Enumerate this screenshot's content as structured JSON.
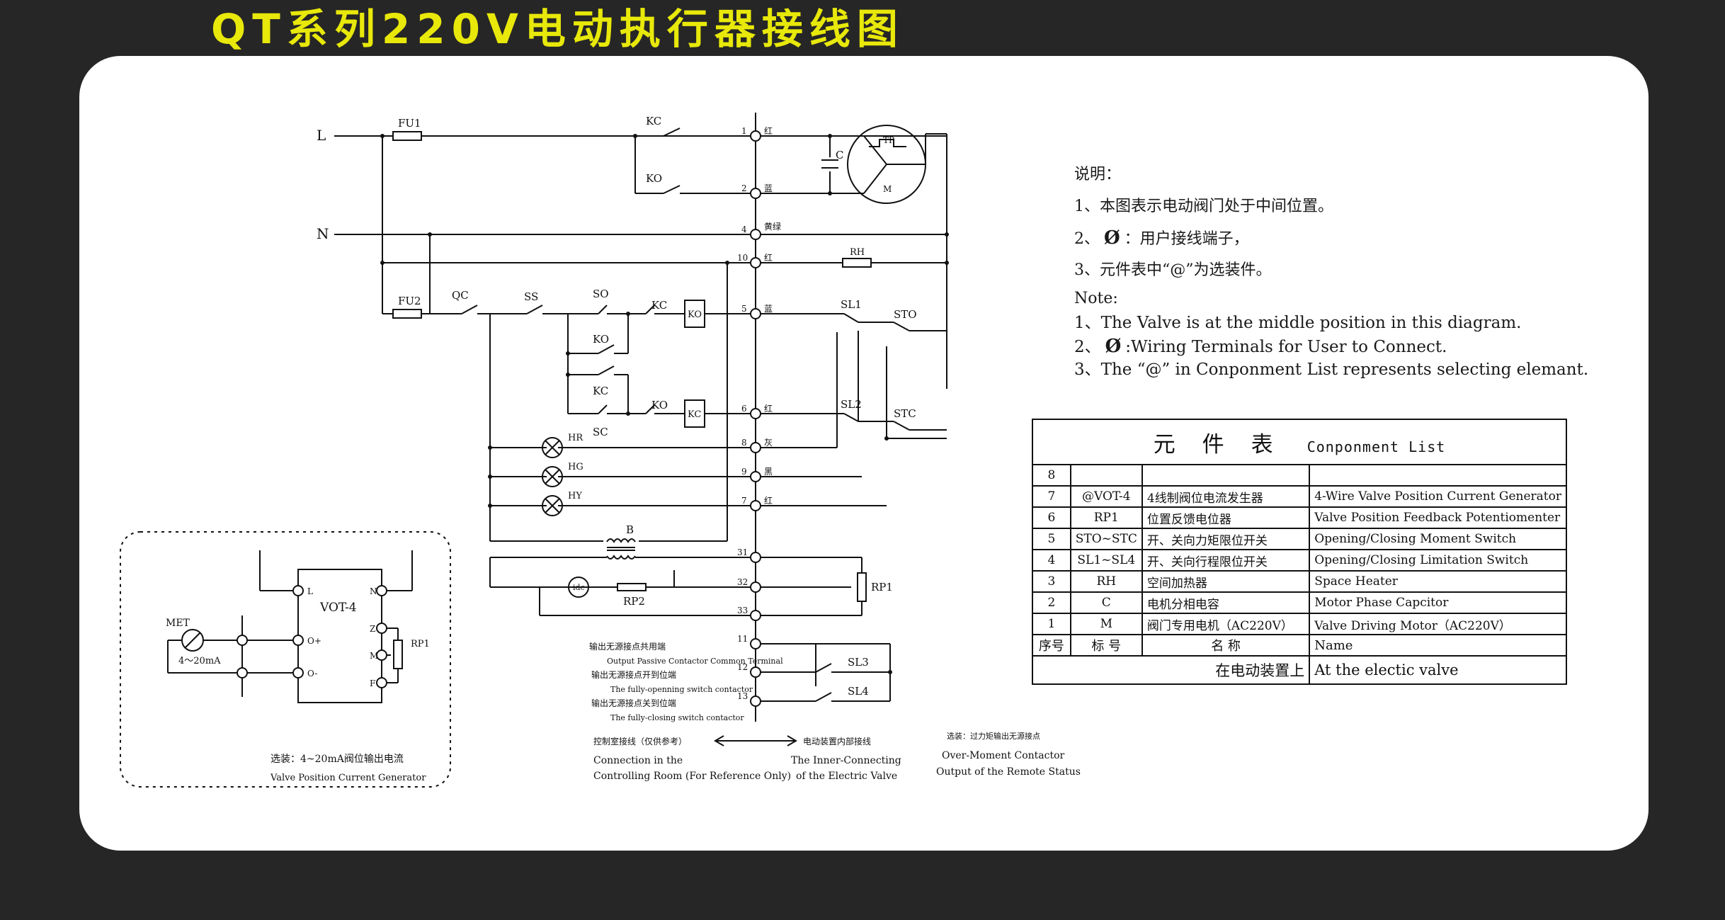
{
  "title": "QT系列220V电动执行器接线图",
  "notes": {
    "cn_heading": "说明：",
    "cn_1": "1、本图表示电动阀门处于中间位置。",
    "cn_2_prefix": "2、",
    "cn_2_text": "：用户接线端子，",
    "cn_3": "3、元件表中“@”为选装件。",
    "en_heading": "Note:",
    "en_1": "1、The Valve is at the middle position in this diagram.",
    "en_2_prefix": "2、",
    "en_2_text": ":Wiring Terminals for User to Connect.",
    "en_3": "3、The “@” in Conponment List represents selecting elemant.",
    "terminal_symbol": "Ø"
  },
  "component_list": {
    "title_cn": "元件表",
    "title_en": "Conponment List",
    "rows": [
      {
        "no": "8",
        "code": "",
        "name_cn": "",
        "name_en": ""
      },
      {
        "no": "7",
        "code": "@VOT-4",
        "name_cn": "4线制阀位电流发生器",
        "name_en": "4-Wire Valve Position Current Generator"
      },
      {
        "no": "6",
        "code": "RP1",
        "name_cn": "位置反馈电位器",
        "name_en": "Valve Position Feedback Potentiomenter"
      },
      {
        "no": "5",
        "code": "STO~STC",
        "name_cn": "开、关向力矩限位开关",
        "name_en": "Opening/Closing Moment Switch"
      },
      {
        "no": "4",
        "code": "SL1~SL4",
        "name_cn": "开、关向行程限位开关",
        "name_en": "Opening/Closing Limitation Switch"
      },
      {
        "no": "3",
        "code": "RH",
        "name_cn": "空间加热器",
        "name_en": "Space Heater"
      },
      {
        "no": "2",
        "code": "C",
        "name_cn": "电机分相电容",
        "name_en": "Motor Phase Capcitor"
      },
      {
        "no": "1",
        "code": "M",
        "name_cn": "阀门专用电机（AC220V）",
        "name_en": "Valve Driving Motor（AC220V）"
      }
    ],
    "header": {
      "no": "序号",
      "code": "标 号",
      "name_cn": "名 称",
      "name_en": "Name"
    },
    "footer": {
      "cn": "在电动装置上",
      "en": "At the electic valve"
    }
  },
  "diagram": {
    "bus_labels": {
      "L": "L",
      "N": "N"
    },
    "fuses": {
      "fu1": "FU1",
      "fu2": "FU2"
    },
    "contacts": {
      "kc": "KC",
      "ko": "KO",
      "qc": "QC",
      "ss": "SS",
      "so": "SO",
      "sc": "SC"
    },
    "motor": {
      "c": "C",
      "tp": "TP",
      "m": "M"
    },
    "heater": "RH",
    "limit": {
      "sl1": "SL1",
      "sl2": "SL2",
      "sl3": "SL3",
      "sl4": "SL4",
      "sto": "STO",
      "stc": "STC"
    },
    "lamps": {
      "hr": "HR",
      "hg": "HG",
      "hy": "HY"
    },
    "transformer": "B",
    "pot": {
      "rp1": "RP1",
      "rp2": "RP2",
      "idc": "idc"
    },
    "terminals": [
      "1",
      "2",
      "4",
      "10",
      "5",
      "6",
      "8",
      "9",
      "7",
      "31",
      "32",
      "33",
      "11",
      "12",
      "13"
    ],
    "wire_colors": [
      "红",
      "蓝",
      "黄绿",
      "红",
      "蓝",
      "红",
      "灰",
      "黑",
      "红"
    ],
    "labels": {
      "common_cn": "输出无源接点共用端",
      "common_en": "Output Passive Contactor Common Terminal",
      "open_cn": "输出无源接点开到位端",
      "open_en": "The fully-openning switch contactor",
      "close_cn": "输出无源接点关到位端",
      "close_en": "The fully-closing switch contactor",
      "room_cn": "控制室接线（仅供参考）",
      "valve_cn": "电动装置内部接线",
      "room_en_1": "Connection in the",
      "room_en_2": "Controlling Room (For Reference Only)",
      "valve_en_1": "The Inner-Connecting",
      "valve_en_2": "of the Electric Valve",
      "over_cn": "选装：过力矩输出无源接点",
      "over_en_1": "Over-Moment Contactor",
      "over_en_2": "Output of the Remote Status"
    },
    "vot": {
      "name": "VOT-4",
      "met": "MET",
      "range": "4～20mA",
      "pins": [
        "L",
        "N",
        "O+",
        "O-",
        "Z",
        "M",
        "F"
      ],
      "rp1": "RP1",
      "caption_cn": "选装：4~20mA阀位输出电流",
      "caption_en": "Valve Position Current Generator"
    }
  }
}
